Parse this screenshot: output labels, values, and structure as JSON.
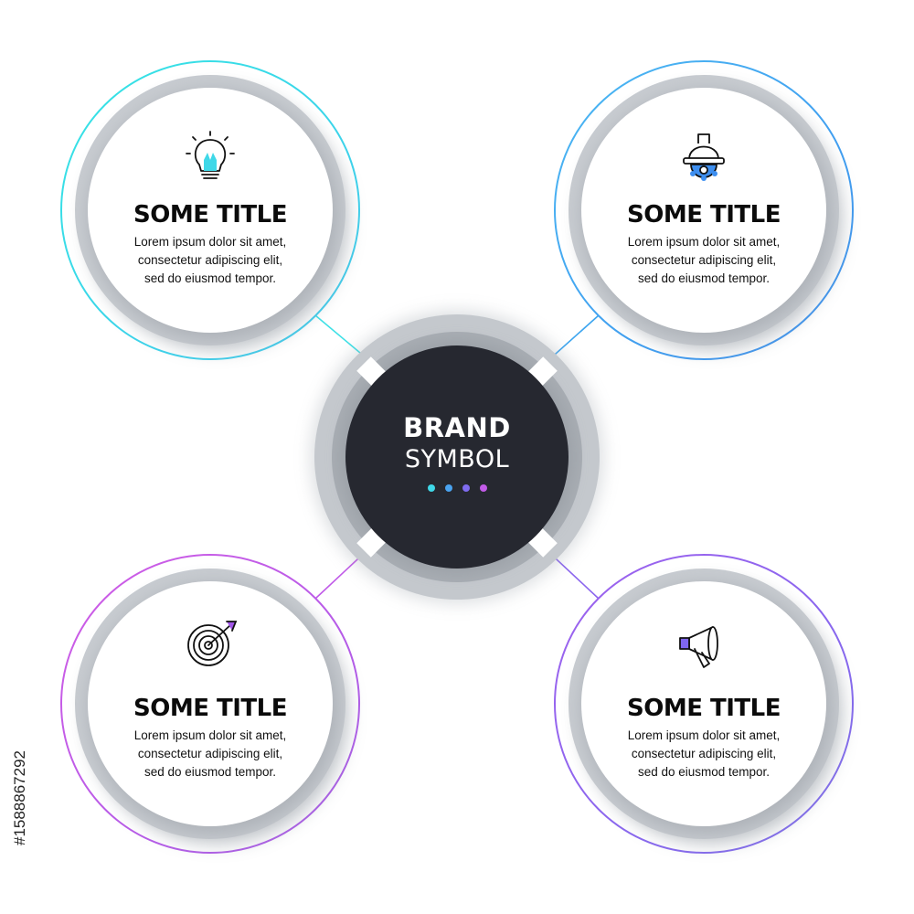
{
  "center": {
    "line1": "BRAND",
    "line2": "SYMBOL",
    "dots": [
      "#3fd8e8",
      "#4aa3f0",
      "#7f6cf0",
      "#c25be8"
    ]
  },
  "nodes": [
    {
      "id": "top-left",
      "icon": "lightbulb-icon",
      "accent": "#3ee0e6",
      "title": "SOME TITLE",
      "lines": [
        "Lorem ipsum dolor sit amet,",
        "consectetur adipiscing elit,",
        "sed do eiusmod tempor."
      ]
    },
    {
      "id": "top-right",
      "icon": "hardhat-gear-icon",
      "accent": "#3da5ef",
      "title": "SOME TITLE",
      "lines": [
        "Lorem ipsum dolor sit amet,",
        "consectetur adipiscing elit,",
        "sed do eiusmod tempor."
      ]
    },
    {
      "id": "bottom-left",
      "icon": "target-arrow-icon",
      "accent": "#c05ae8",
      "title": "SOME TITLE",
      "lines": [
        "Lorem ipsum dolor sit amet,",
        "consectetur adipiscing elit,",
        "sed do eiusmod tempor."
      ]
    },
    {
      "id": "bottom-right",
      "icon": "megaphone-icon",
      "accent": "#8b66ee",
      "title": "SOME TITLE",
      "lines": [
        "Lorem ipsum dolor sit amet,",
        "consectetur adipiscing elit,",
        "sed do eiusmod tempor."
      ]
    }
  ],
  "watermark": {
    "id_text": "#1588867292"
  }
}
